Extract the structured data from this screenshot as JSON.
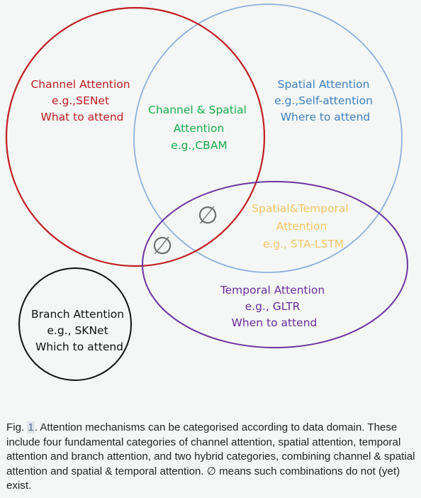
{
  "colors": {
    "background": "#f4f7f5",
    "channel": "#c01d22",
    "spatial": "#3f7fbf",
    "spatial_circle": "#8eb0dc",
    "hybrid_channel_spatial": "#1aaa4c",
    "hybrid_spatial_temporal": "#f6c668",
    "temporal": "#6a2d9b",
    "temporal_circle": "#6c34a0",
    "branch": "#111111",
    "empty_mark": "#707070"
  },
  "sets": {
    "channel": {
      "lines": [
        "Channel Attention",
        "e.g.,SENet",
        "What to attend"
      ]
    },
    "spatial": {
      "lines": [
        "Spatial Attention",
        "e.g.,Self-attention",
        "Where to attend"
      ]
    },
    "channel_spatial": {
      "lines": [
        "Channel & Spatial",
        "Attention",
        "e.g.,CBAM"
      ]
    },
    "spatial_temporal": {
      "lines": [
        "Spatial&Temporal",
        "Attention",
        "e.g., STA-LSTM"
      ]
    },
    "temporal": {
      "lines": [
        "Temporal Attention",
        "e.g., GLTR",
        "When to attend"
      ]
    },
    "branch": {
      "lines": [
        "Branch Attention",
        "e.g., SKNet",
        "Which to attend"
      ]
    }
  },
  "empty_symbol": "∅",
  "caption": {
    "prefix": "Fig.",
    "number": "1",
    "text": ".  Attention mechanisms can be categorised according to data domain. These include four fundamental categories of channel attention, spatial attention, temporal attention and branch attention, and two hybrid categories, combining channel & spatial attention and spatial & temporal attention. ∅ means such combinations do not (yet) exist."
  }
}
